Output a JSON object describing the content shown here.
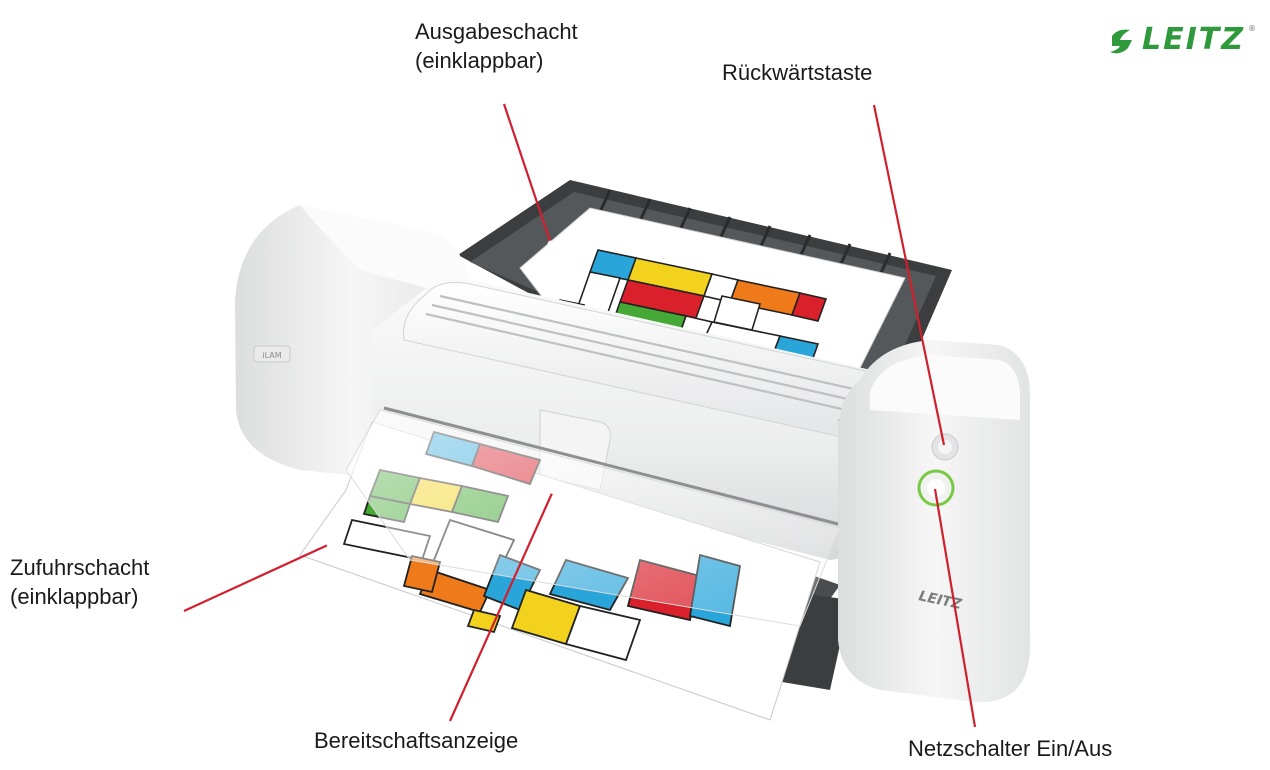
{
  "brand": {
    "logo_text": "LEITZ",
    "reg_mark": "®",
    "color": "#2e9a3b"
  },
  "callouts": {
    "output_tray": "Ausgabeschacht\n(einklappbar)",
    "reverse_button": "Rückwärtstaste",
    "feed_tray": "Zufuhrschacht\n(einklappbar)",
    "ready_indicator": "Bereitschaftsanzeige",
    "power_switch": "Netzschalter Ein/Aus"
  },
  "device": {
    "body_logo_text": "LEITZ",
    "small_label_text": "iLAM"
  },
  "colors": {
    "leader_line": "#d0202e",
    "tray": "#3b3d3f",
    "body": "#eeeff0",
    "puzzle_red": "#d9202b",
    "puzzle_yellow": "#f2d21d",
    "puzzle_green": "#46a935",
    "puzzle_blue": "#2aa5da",
    "puzzle_orange": "#ef7a1a"
  }
}
